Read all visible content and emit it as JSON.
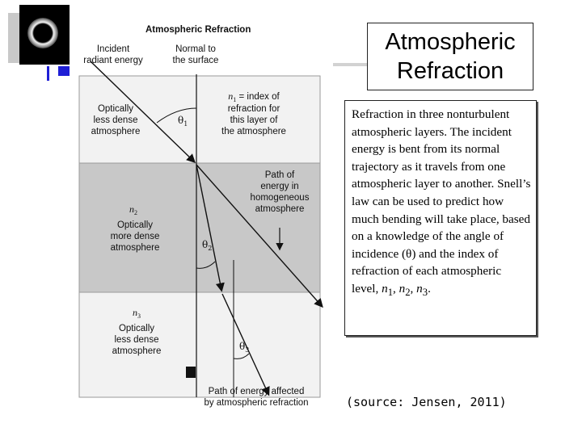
{
  "slide": {
    "title": "Atmospheric\nRefraction",
    "source": "(source: Jensen, 2011)",
    "description_parts": [
      "Refraction in three nonturbulent atmospheric layers. The incident energy is bent from its normal trajectory as it travels from one atmospheric layer to another. Snell’s law can be used to predict how much bending will take place, based on a knowledge of the angle of incidence (",
      "θ",
      ") and the index of refraction of each atmospheric level, ",
      "n",
      "1",
      ", ",
      "n",
      "2",
      ", ",
      "n",
      "3",
      "."
    ]
  },
  "diagram": {
    "title": "Atmospheric Refraction",
    "incident_label": "Incident\nradiant energy",
    "normal_label": "Normal to\nthe surface",
    "layer1_left": "Optically\nless dense\natmosphere",
    "layer1_index": {
      "sym": "n",
      "sub": "1",
      "text": " = index of\nrefraction for\nthis layer of\nthe atmosphere"
    },
    "theta1": {
      "sym": "θ",
      "sub": "1"
    },
    "path_label": "Path of\nenergy in\nhomogeneous\natmosphere",
    "layer2_sym": {
      "sym": "n",
      "sub": "2"
    },
    "layer2_left": "Optically\nmore dense\natmosphere",
    "theta2": {
      "sym": "θ",
      "sub": "2"
    },
    "layer3_sym": {
      "sym": "n",
      "sub": "3"
    },
    "layer3_left": "Optically\nless dense\natmosphere",
    "theta3": {
      "sym": "θ",
      "sub": "3"
    },
    "bottom_label": "Path of energy affected\nby atmospheric refraction",
    "colors": {
      "middle_layer": "#c8c8c8",
      "outer_layers": "#f2f2f2",
      "lines": "#111111"
    }
  }
}
